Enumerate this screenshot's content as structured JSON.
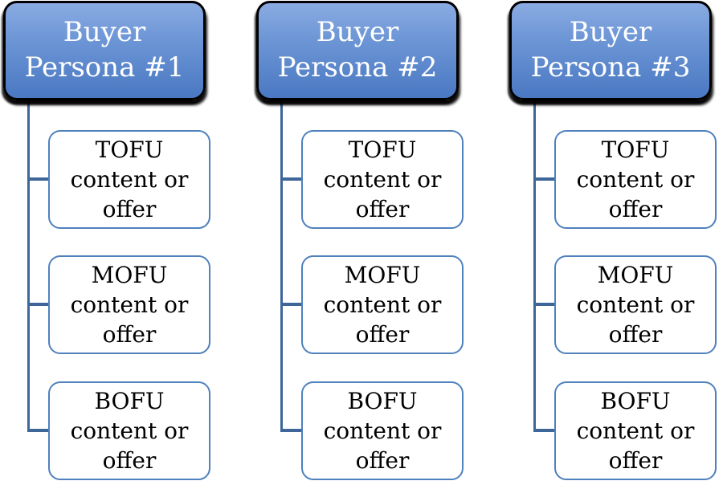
{
  "diagram": {
    "type": "marketing-funnel-persona-map",
    "columns": [
      {
        "header": "Buyer\nPersona #1",
        "children": [
          "TOFU\ncontent or\noffer",
          "MOFU\ncontent or\noffer",
          "BOFU\ncontent or\noffer"
        ]
      },
      {
        "header": "Buyer\nPersona #2",
        "children": [
          "TOFU\ncontent or\noffer",
          "MOFU\ncontent or\noffer",
          "BOFU\ncontent or\noffer"
        ]
      },
      {
        "header": "Buyer\nPersona #3",
        "children": [
          "TOFU\ncontent or\noffer",
          "MOFU\ncontent or\noffer",
          "BOFU\ncontent or\noffer"
        ]
      }
    ],
    "colors": {
      "header_gradient_top": "#8aabe2",
      "header_gradient_bottom": "#4a78c2",
      "header_outline": "#000000",
      "header_text": "#ffffff",
      "child_box_border": "#4f81bd",
      "child_box_fill": "#ffffff",
      "child_text": "#000000",
      "connector": "#3e6699",
      "background": "#ffffff"
    }
  }
}
